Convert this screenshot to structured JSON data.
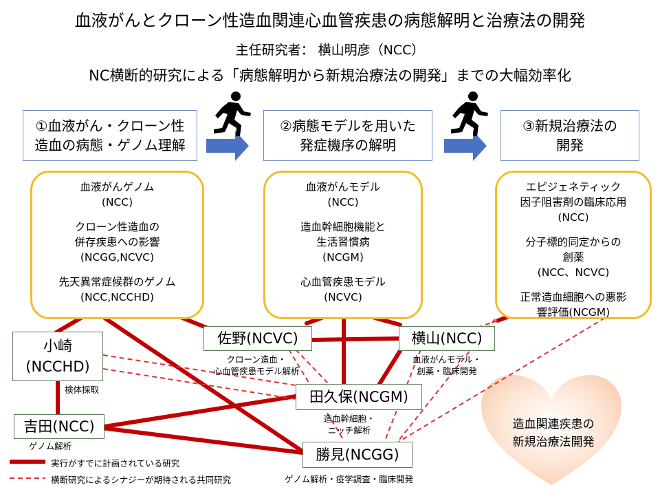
{
  "title": "血液がんとクローン性造血関連心血管疾患の病態解明と治療法の開発",
  "principal_investigator": "主任研究者： 横山明彦（NCC）",
  "subtitle": "NC横断的研究による「病態解明から新規治療法の開発」までの大幅効率化",
  "steps": [
    {
      "line1": "①血液がん・クローン性",
      "line2": "造血の病態・ゲノム理解"
    },
    {
      "line1": "②病態モデルを用いた",
      "line2": "発症機序の解明"
    },
    {
      "line1": "③新規治療法の",
      "line2": "開発"
    }
  ],
  "boxes": [
    {
      "lines": [
        [
          "血液がんゲノム",
          "(NCC)"
        ],
        [
          "クローン性造血の",
          "併存疾患への影響",
          "(NCGG,NCVC)"
        ],
        [
          "先天異常症候群のゲノム",
          "(NCC,NCCHD)"
        ]
      ]
    },
    {
      "lines": [
        [
          "血液がんモデル",
          "(NCC)"
        ],
        [
          "造血幹細胞機能と",
          "生活習慣病",
          "(NCGM)"
        ],
        [
          "心血管疾患モデル",
          "(NCVC)"
        ]
      ]
    },
    {
      "lines": [
        [
          "エピジェネティック",
          "因子阻害剤の臨床応用",
          "(NCC)"
        ],
        [
          "分子標的同定からの",
          "創薬",
          "(NCC、NCVC)"
        ],
        [
          "正常造血細胞への悪影",
          "響評価(NCGM)"
        ]
      ]
    }
  ],
  "nodes": {
    "ozaki": "小崎\n(NCCHD)",
    "sano": "佐野(NCVC)",
    "yokoyama": "横山(NCC)",
    "takubo": "田久保(NCGM)",
    "yoshida": "吉田(NCC)",
    "katsumi": "勝見(NCGG)"
  },
  "annotations": {
    "ozaki": "検体採取",
    "sano": "クローン造血・\n心血管疾患モデル解析",
    "yokoyama": "血液がんモデル・\n創薬・臨床開発",
    "takubo": "造血幹細胞・\nニッチ解析",
    "yoshida": "ゲノム解析",
    "katsumi": "ゲノム解析・疫学調査・臨床開発"
  },
  "heart_text": "造血関連疾患の\n新規治療法開発",
  "legend": {
    "solid": "実行がすでに計画されている研究",
    "dashed": "横断研究によるシナジーが期待される共同研究"
  },
  "colors": {
    "solid_line": "#c00000",
    "dashed_line": "#e03030",
    "box_border": "#f2bd2c",
    "arrow": "#4a72c4",
    "heart": "#fbd9c4"
  },
  "icons": [
    "runner-icon",
    "runner-icon"
  ]
}
